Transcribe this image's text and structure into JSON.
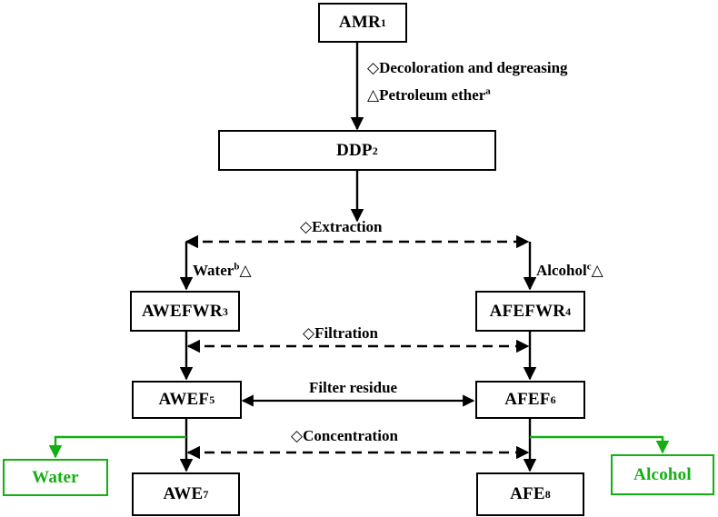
{
  "diagram": {
    "title": "AMR extraction and fractionation flowchart",
    "colors": {
      "line": "#000000",
      "green": "#12b012",
      "background": "#ffffff"
    },
    "nodes": {
      "amr": {
        "label": "AMR",
        "sup": "1"
      },
      "ddp": {
        "label": "DDP",
        "sup": "2"
      },
      "awefwr": {
        "label": "AWEFWR",
        "sup": "3"
      },
      "afefwr": {
        "label": "AFEFWR",
        "sup": "4"
      },
      "awef": {
        "label": "AWEF",
        "sup": "5"
      },
      "afef": {
        "label": "AFEF",
        "sup": "6"
      },
      "awe": {
        "label": "AWE",
        "sup": "7"
      },
      "afe": {
        "label": "AFE",
        "sup": "8"
      },
      "water": {
        "label": "Water",
        "sup": ""
      },
      "alcohol": {
        "label": "Alcohol",
        "sup": ""
      }
    },
    "process_labels": {
      "decoloration": {
        "diamond": "◇",
        "text": "Decoloration and degreasing"
      },
      "petroleum_ether": {
        "triangle": "△",
        "text": "Petroleum ether",
        "sup": "a"
      },
      "extraction": {
        "diamond": "◇",
        "text": "Extraction"
      },
      "water_branch": {
        "text": "Water",
        "sup": "b",
        "triangle": "△"
      },
      "alcohol_branch": {
        "text": "Alcohol",
        "sup": "c",
        "triangle": "△"
      },
      "filtration": {
        "diamond": "◇",
        "text": "Filtration"
      },
      "filter_residue": {
        "text": "Filter residue"
      },
      "concentration": {
        "diamond": "◇",
        "text": "Concentration"
      }
    }
  }
}
